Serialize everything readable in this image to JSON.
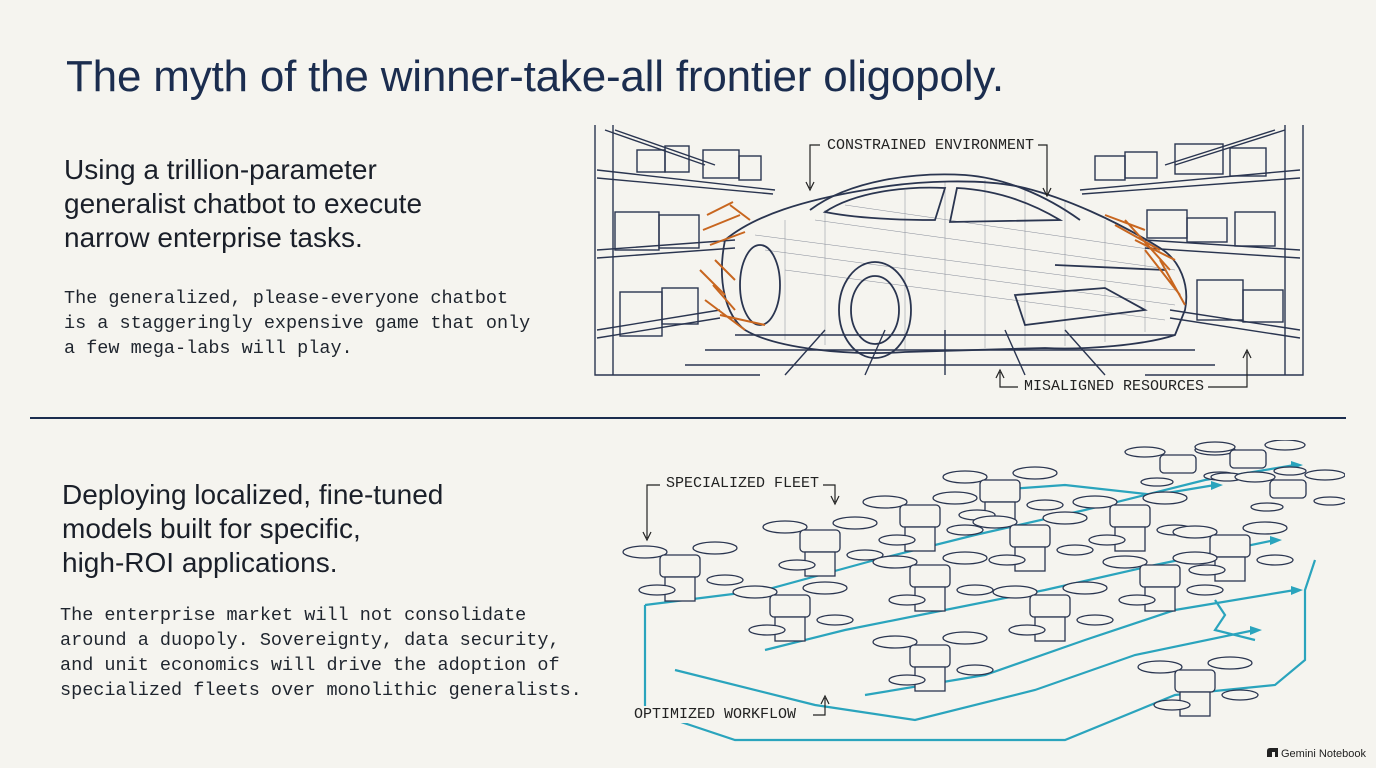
{
  "title": "The myth of the winner-take-all frontier oligopoly.",
  "top": {
    "heading_l1": "Using a trillion-parameter",
    "heading_l2": "generalist chatbot to execute",
    "heading_l3": "narrow enterprise tasks.",
    "body_l1": "The generalized, please-everyone chatbot",
    "body_l2": "is a staggeringly expensive game that only",
    "body_l3": "a few mega-labs will play.",
    "callout_top": "CONSTRAINED ENVIRONMENT",
    "callout_bottom": "MISALIGNED RESOURCES"
  },
  "bottom": {
    "heading_l1": "Deploying localized, fine-tuned",
    "heading_l2": "models built for specific,",
    "heading_l3": "high-ROI applications.",
    "body_l1": "The enterprise market will not consolidate",
    "body_l2": "around a duopoly. Sovereignty, data security,",
    "body_l3": "and unit economics will drive the adoption of",
    "body_l4": "specialized fleets over monolithic generalists.",
    "callout_top": "SPECIALIZED FLEET",
    "callout_bottom": "OPTIMIZED WORKFLOW"
  },
  "footer": {
    "label": "Gemini Notebook"
  },
  "colors": {
    "navy": "#1b2d4f",
    "ink": "#2a3550",
    "accent_orange": "#c8661f",
    "accent_teal": "#2aa4bd",
    "background": "#f5f4ef"
  }
}
